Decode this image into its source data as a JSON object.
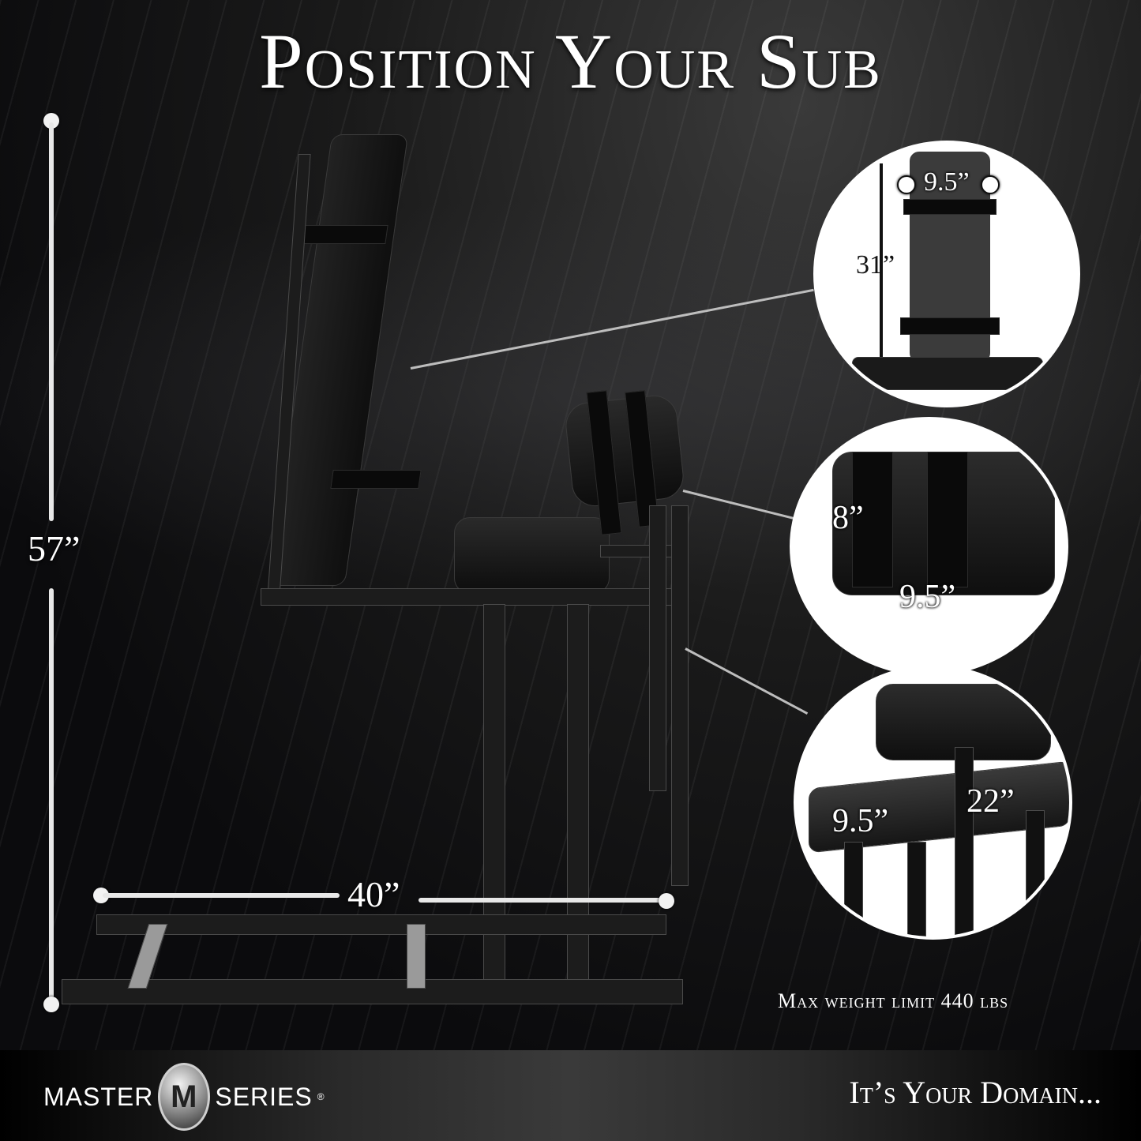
{
  "title": "Position Your Sub",
  "dimensions": {
    "overall_height": "57”",
    "base_length": "40”"
  },
  "callouts": [
    {
      "name": "backrest",
      "width": "9.5”",
      "height": "31”"
    },
    {
      "name": "arm-pad",
      "height": "8”",
      "width": "9.5”"
    },
    {
      "name": "seat",
      "width": "9.5”",
      "length": "22”"
    }
  ],
  "weight_limit": "Max weight limit 440 lbs",
  "footer": {
    "brand_left": "MASTER",
    "brand_logo": "M",
    "brand_right": "SERIES",
    "registered": "®",
    "tagline": "It’s Your Domain..."
  },
  "colors": {
    "background": "#0b0b0d",
    "text": "#ffffff",
    "accent_line": "#e8e8e8"
  }
}
